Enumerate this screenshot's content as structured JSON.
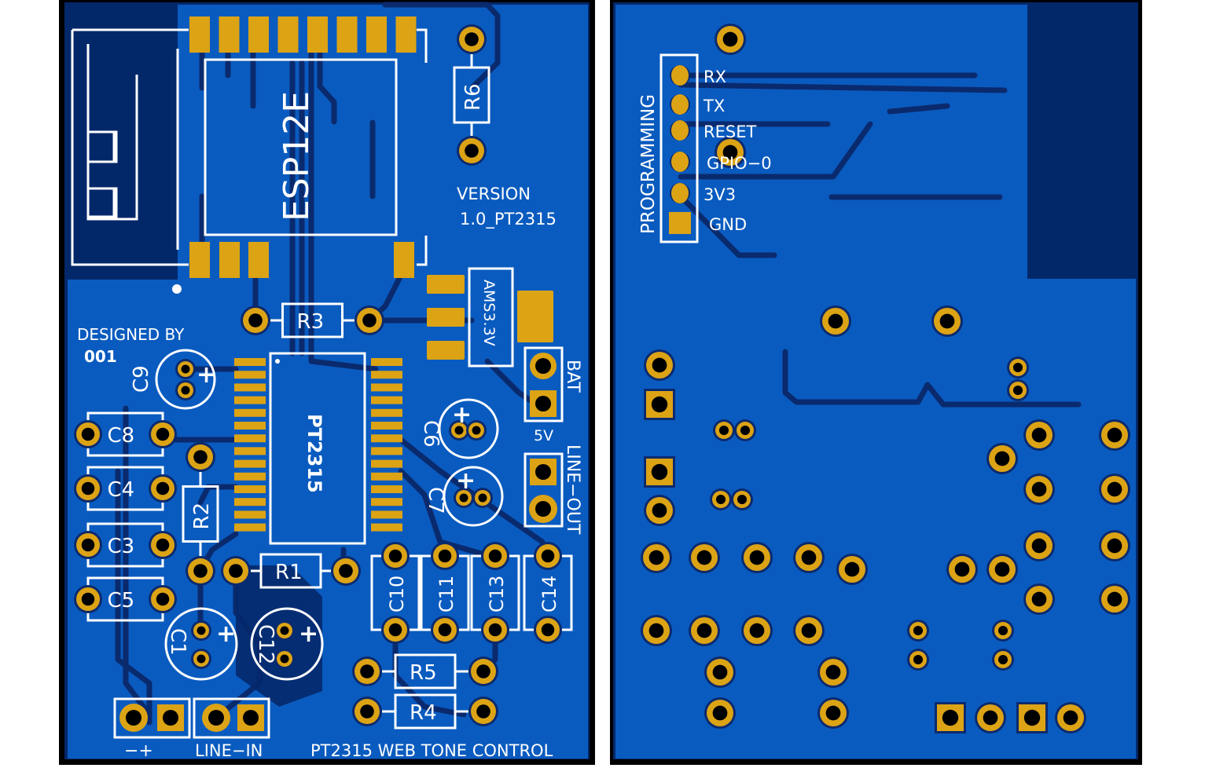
{
  "colors": {
    "copper_fill": "#0a5bbf",
    "board_dark": "#03286a",
    "pad_gold": "#dca315",
    "silkscreen": "#ffffff",
    "outline": "#000000",
    "background": "#ffffff"
  },
  "top_view": {
    "module_label": "ESP12E",
    "ic_label": "PT2315",
    "regulator_label": "AMS3.3V",
    "version_label_1": "VERSION",
    "version_label_2": "1.0_PT2315",
    "designed_by_label": "DESIGNED BY",
    "designer_id": "001",
    "board_title": "PT2315 WEB TONE CONTROL",
    "power_polarity_label": "−+",
    "line_in_label": "LINE−IN",
    "line_out_label": "LINE−OUT",
    "bat_label": "BAT",
    "five_v_label": "5V",
    "resistors": [
      {
        "ref": "R6"
      },
      {
        "ref": "R3"
      },
      {
        "ref": "R2"
      },
      {
        "ref": "R1"
      },
      {
        "ref": "R5"
      },
      {
        "ref": "R4"
      }
    ],
    "ceramic_caps": [
      {
        "ref": "C8"
      },
      {
        "ref": "C4"
      },
      {
        "ref": "C3"
      },
      {
        "ref": "C5"
      },
      {
        "ref": "C10"
      },
      {
        "ref": "C11"
      },
      {
        "ref": "C13"
      },
      {
        "ref": "C14"
      }
    ],
    "electrolytic_caps": [
      {
        "ref": "C9"
      },
      {
        "ref": "C6"
      },
      {
        "ref": "C7"
      },
      {
        "ref": "C1"
      },
      {
        "ref": "C12"
      }
    ],
    "polarity_plus": "+"
  },
  "bottom_view": {
    "header_label": "PROGRAMMING",
    "pins": [
      {
        "label": "RX"
      },
      {
        "label": "TX"
      },
      {
        "label": "RESET"
      },
      {
        "label": "GPIO−0"
      },
      {
        "label": "3V3"
      },
      {
        "label": "GND"
      }
    ]
  }
}
